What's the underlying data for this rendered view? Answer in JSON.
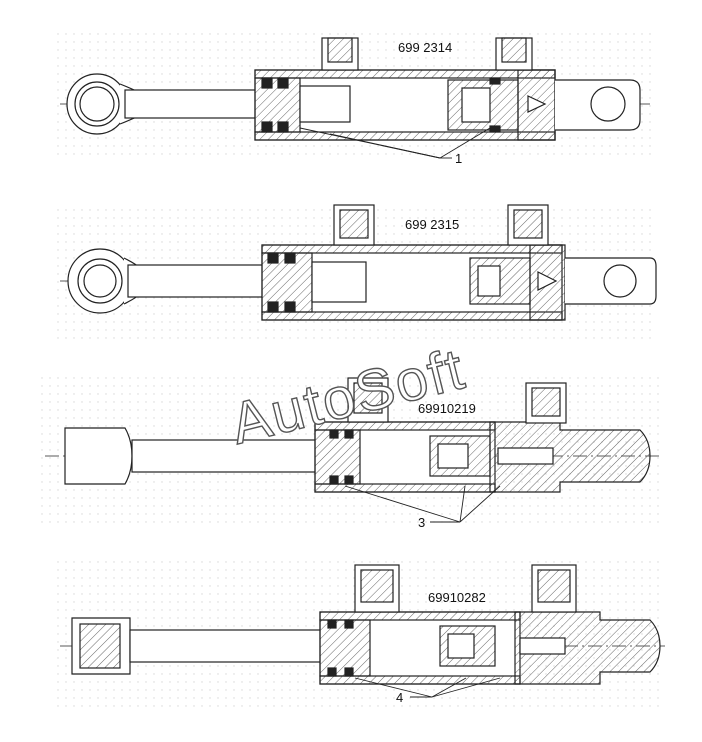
{
  "watermark": "AutoSoft",
  "cylinders": [
    {
      "part_number": "699 2314",
      "callout": "1"
    },
    {
      "part_number": "699 2315",
      "callout": ""
    },
    {
      "part_number": "69910219",
      "callout": "3"
    },
    {
      "part_number": "69910282",
      "callout": "4"
    }
  ],
  "colors": {
    "line": "#222222",
    "hatch": "#555555",
    "background": "#ffffff",
    "dots": "#d9d9d9"
  }
}
